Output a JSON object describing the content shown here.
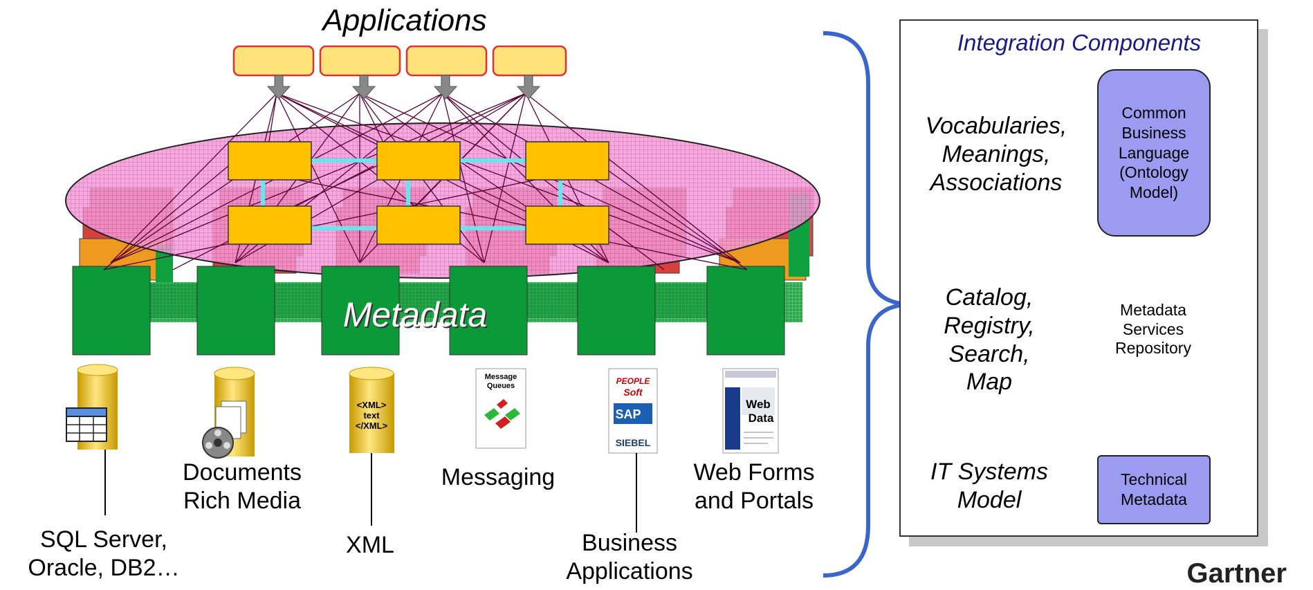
{
  "diagram": {
    "applications_label": "Applications",
    "metadata_label": "Metadata",
    "sources": [
      {
        "label": "SQL Server,\nOracle, DB2…",
        "icon": "database-table-icon"
      },
      {
        "label": "Documents\nRich Media",
        "icon": "documents-media-icon"
      },
      {
        "label": "XML",
        "icon": "xml-cylinder-icon"
      },
      {
        "label": "Messaging",
        "icon": "message-queues-icon"
      },
      {
        "label": "Business\nApplications",
        "icon": "business-apps-logos-icon"
      },
      {
        "label": "Web Forms\nand Portals",
        "icon": "web-data-icon"
      }
    ],
    "icon_text": {
      "xml": "<XML>\ntext\n</XML>",
      "message_queues": "Message\nQueues",
      "peoplesoft": "PEOPLE\nSoft",
      "sap": "SAP",
      "siebel": "SIEBEL",
      "web_data": "Web\nData"
    }
  },
  "panel": {
    "title": "Integration Components",
    "rows": [
      {
        "label": "Vocabularies,\nMeanings,\nAssociations",
        "box": "Common\nBusiness\nLanguage\n(Ontology\nModel)"
      },
      {
        "label": "Catalog,\nRegistry,\nSearch,\nMap",
        "box": "Metadata\nServices\nRepository"
      },
      {
        "label": "IT Systems\nModel",
        "box": "Technical\nMetadata"
      }
    ]
  },
  "brand": {
    "name": "Gartner"
  },
  "colors": {
    "app_box": "#ffe27a",
    "app_border": "#e03030",
    "ellipse": "#ee88cc",
    "metadata_green": "#0a9a3a",
    "yellow_box": "#ffc000",
    "panel_box": "#9b9bf2",
    "brace": "#3a66cc"
  }
}
